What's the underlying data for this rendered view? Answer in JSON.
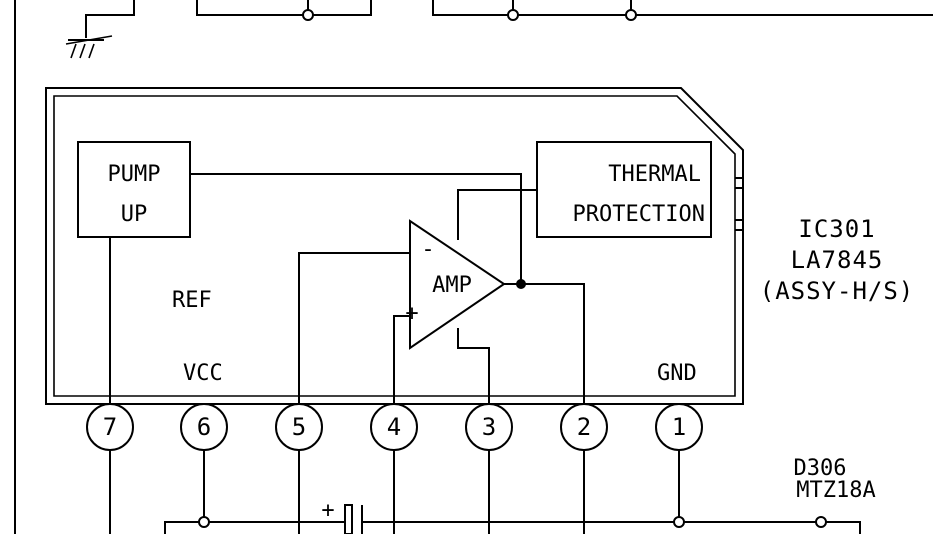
{
  "blocks": {
    "pump_up": [
      "PUMP",
      "UP"
    ],
    "thermal_protection": [
      "THERMAL",
      "PROTECTION"
    ],
    "amp": "AMP",
    "amp_minus": "-",
    "amp_plus": "+"
  },
  "labels": {
    "ref": "REF",
    "vcc": "VCC",
    "gnd": "GND"
  },
  "ic": {
    "ref": "IC301",
    "part": "LA7845",
    "assy": "(ASSY-H/S)"
  },
  "diode": {
    "ref": "D306",
    "part": "MTZ18A"
  },
  "capacitor_plus": "+",
  "pins": [
    "7",
    "6",
    "5",
    "4",
    "3",
    "2",
    "1"
  ]
}
